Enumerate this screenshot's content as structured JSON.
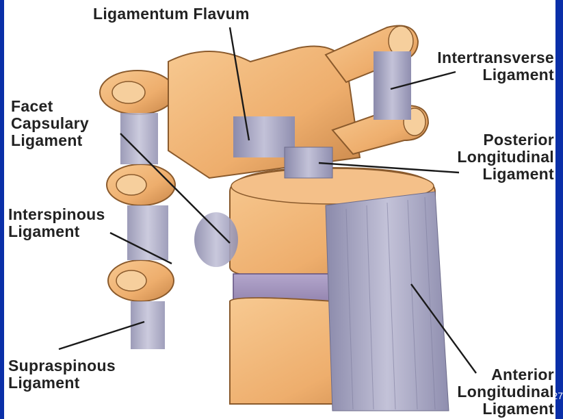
{
  "labels": {
    "ligamentum_flavum": "Ligamentum Flavum",
    "intertransverse": "Intertransverse\nLigament",
    "facet_capsulary": "Facet\nCapsulary\nLigament",
    "posterior_longitudinal": "Posterior\nLongitudinal\nLigament",
    "interspinous": "Interspinous\nLigament",
    "supraspinous": "Supraspinous\nLigament",
    "anterior_longitudinal": "Anterior\nLongitudinal\nLigament"
  },
  "colors": {
    "slide_border": "#0a2fa8",
    "bone": "#f2b477",
    "bone_shadow": "#c98a4e",
    "ligament": "#a9a8c4",
    "disc": "#9e8fb8",
    "text": "#222222"
  },
  "page_number": "27"
}
